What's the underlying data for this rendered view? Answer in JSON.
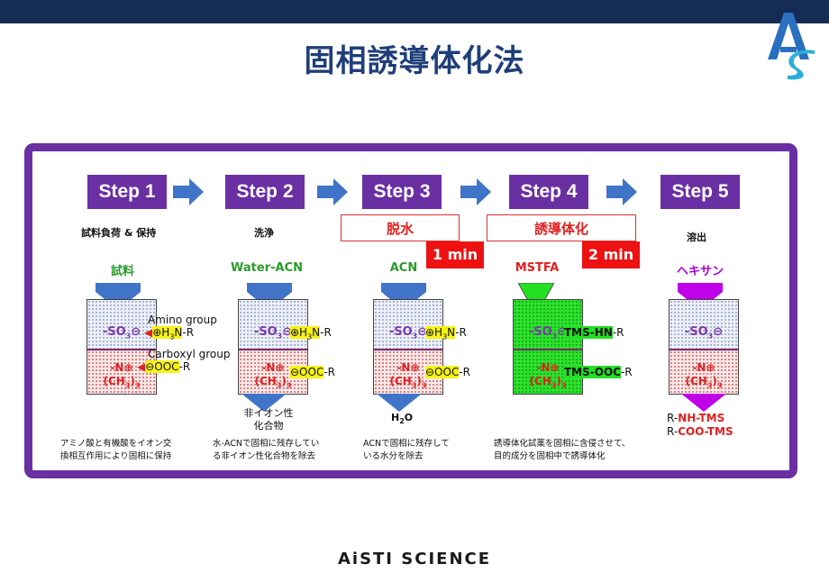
{
  "title": "固相誘導体化法",
  "brand": "AiSTI SCIENCE",
  "logo_text": "AS",
  "colors": {
    "panel": "#6a2fa3",
    "arrow": "#3f74c8",
    "time": "#ee1111",
    "highlight_yellow": "#f7f216",
    "highlight_green": "#22e022",
    "derivatizing_reagent": "#b000e0"
  },
  "steps": [
    {
      "label": "Step 1",
      "caption": "試料負荷 & 保持",
      "solvent": "試料",
      "note": [
        "アミノ酸と有機酸をイオン交",
        "換相互作用により固相に保持"
      ]
    },
    {
      "label": "Step 2",
      "caption": "洗浄",
      "solvent": "Water-ACN",
      "note": [
        "水-ACNで固相に残存してい",
        "る非イオン性化合物を除去"
      ],
      "below": [
        "非イオン性",
        "化合物"
      ]
    },
    {
      "label": "Step 3",
      "caption": "",
      "solvent": "ACN",
      "note": [
        "ACNで固相に残存して",
        "いる水分を除去"
      ],
      "below": [
        "H",
        "2",
        "O"
      ]
    },
    {
      "label": "Step 4",
      "caption": "",
      "solvent": "MSTFA",
      "note": [
        "誘導体化試薬を固相に含侵させて、",
        "目的成分を固相中で誘導体化"
      ]
    },
    {
      "label": "Step 5",
      "caption": "溶出",
      "solvent": "ヘキサン",
      "below": [
        "R-",
        "NH-TMS",
        "R-",
        "COO-TMS"
      ]
    }
  ],
  "phases": [
    {
      "label": "脱水",
      "time": "1 min"
    },
    {
      "label": "誘導体化",
      "time": "2 min"
    }
  ],
  "column": {
    "upper": "-SO",
    "sub3": "3",
    "minus": "⊖",
    "lower1": "-N⊕",
    "lower2_open": "(CH",
    "lower2_close": ")",
    "sub3b": "3"
  },
  "annotations": {
    "amino_group": "Amino group",
    "carboxyl_group": "Carboxyl group",
    "amine_species": [
      "⊕H",
      "3",
      "N",
      "-R"
    ],
    "carboxylate_species": [
      "⊖OOC",
      "-R"
    ],
    "tms_hn": "TMS-HN",
    "tms_ooc": "TMS-OOC",
    "r_suffix": "-R"
  }
}
